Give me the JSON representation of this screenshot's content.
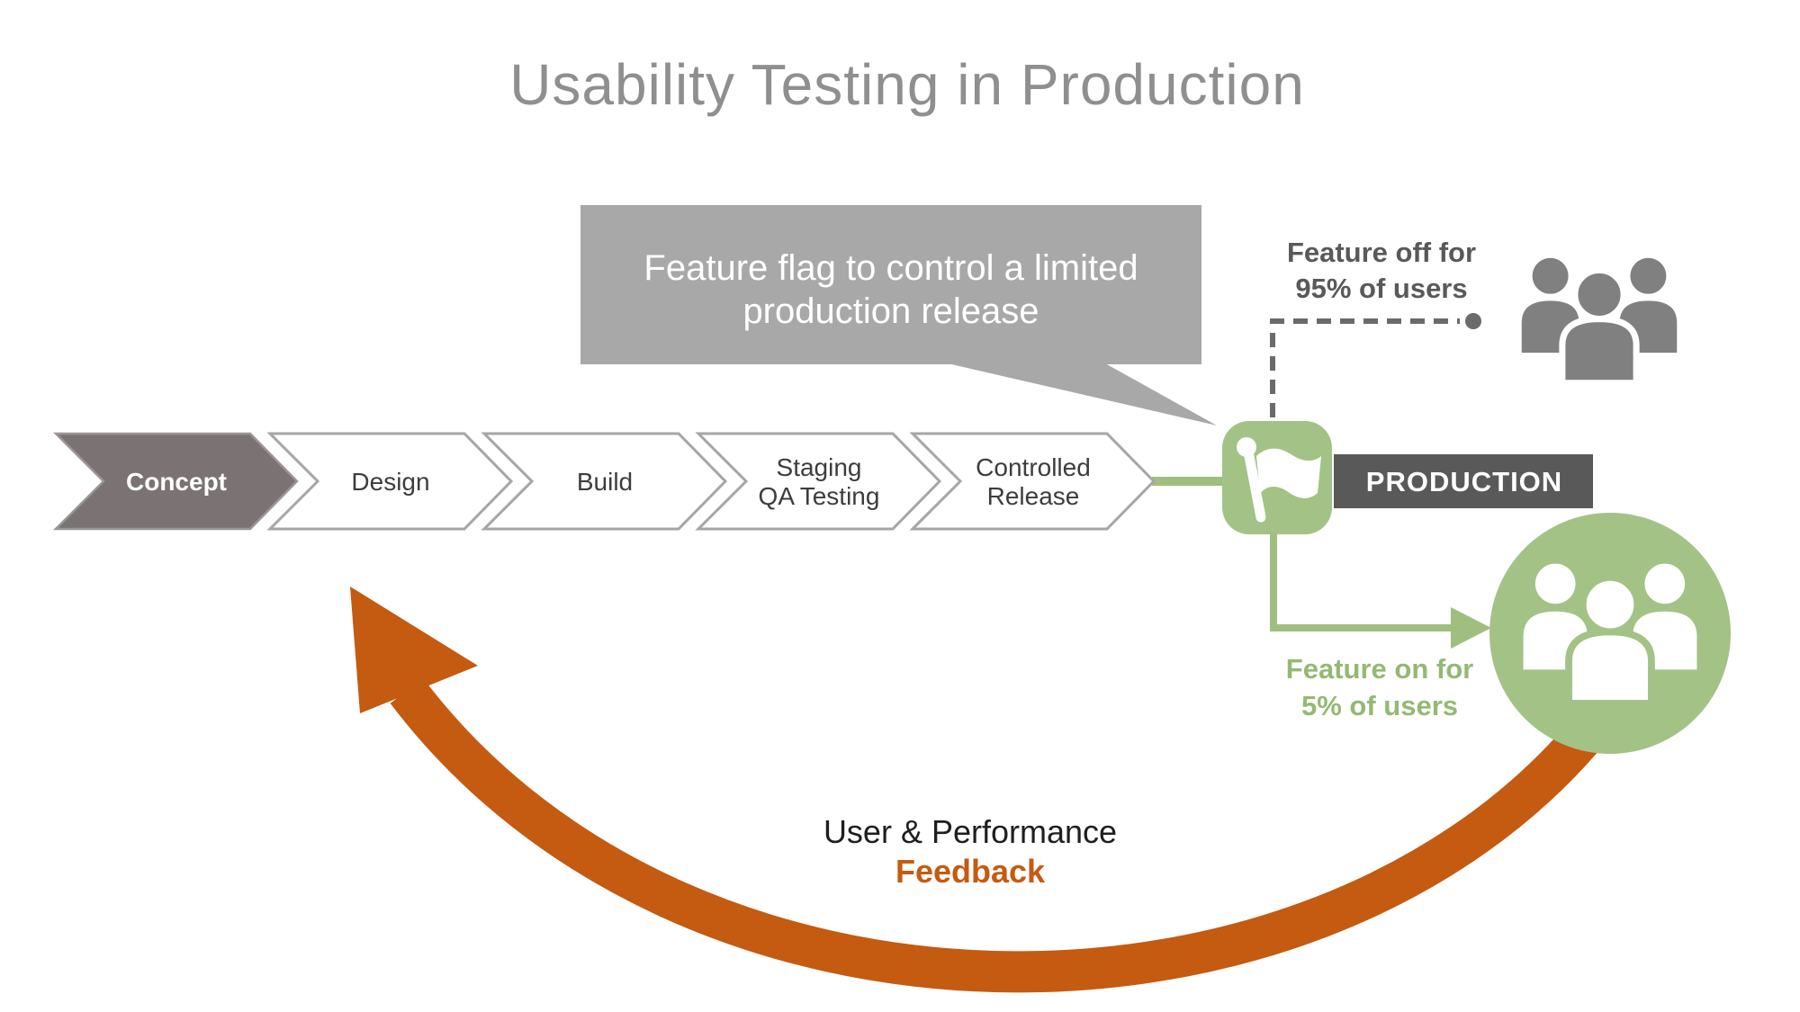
{
  "title": "Usability Testing in Production",
  "callout": {
    "text": "Feature flag to control a limited\nproduction release"
  },
  "flow": {
    "stages": [
      {
        "label": "Concept",
        "state": "active"
      },
      {
        "label": "Design",
        "state": "default"
      },
      {
        "label": "Build",
        "state": "default"
      },
      {
        "label": "Staging\nQA Testing",
        "state": "default"
      },
      {
        "label": "Controlled\nRelease",
        "state": "default"
      }
    ]
  },
  "production": {
    "label": "PRODUCTION"
  },
  "feature_off": {
    "text": "Feature off for\n95% of users"
  },
  "feature_on": {
    "text": "Feature on for\n5% of users"
  },
  "feedback": {
    "line1": "User & Performance",
    "line2": "Feedback"
  },
  "icons": {
    "flag": "flag-icon",
    "users_off": "users-group-icon",
    "users_on": "users-group-icon"
  },
  "colors": {
    "title_gray": "#8F8F8F",
    "callout_gray": "#A8A8A8",
    "concept_fill": "#7B7373",
    "chevron_border": "#A6A6A6",
    "production_dark": "#595959",
    "green": "#9FBF7F",
    "circle_green": "#A3C386",
    "icon_gray": "#808080",
    "dashed_gray": "#6B6B6B",
    "orange": "#C55A11",
    "text_dark": "#1F1F1F"
  }
}
